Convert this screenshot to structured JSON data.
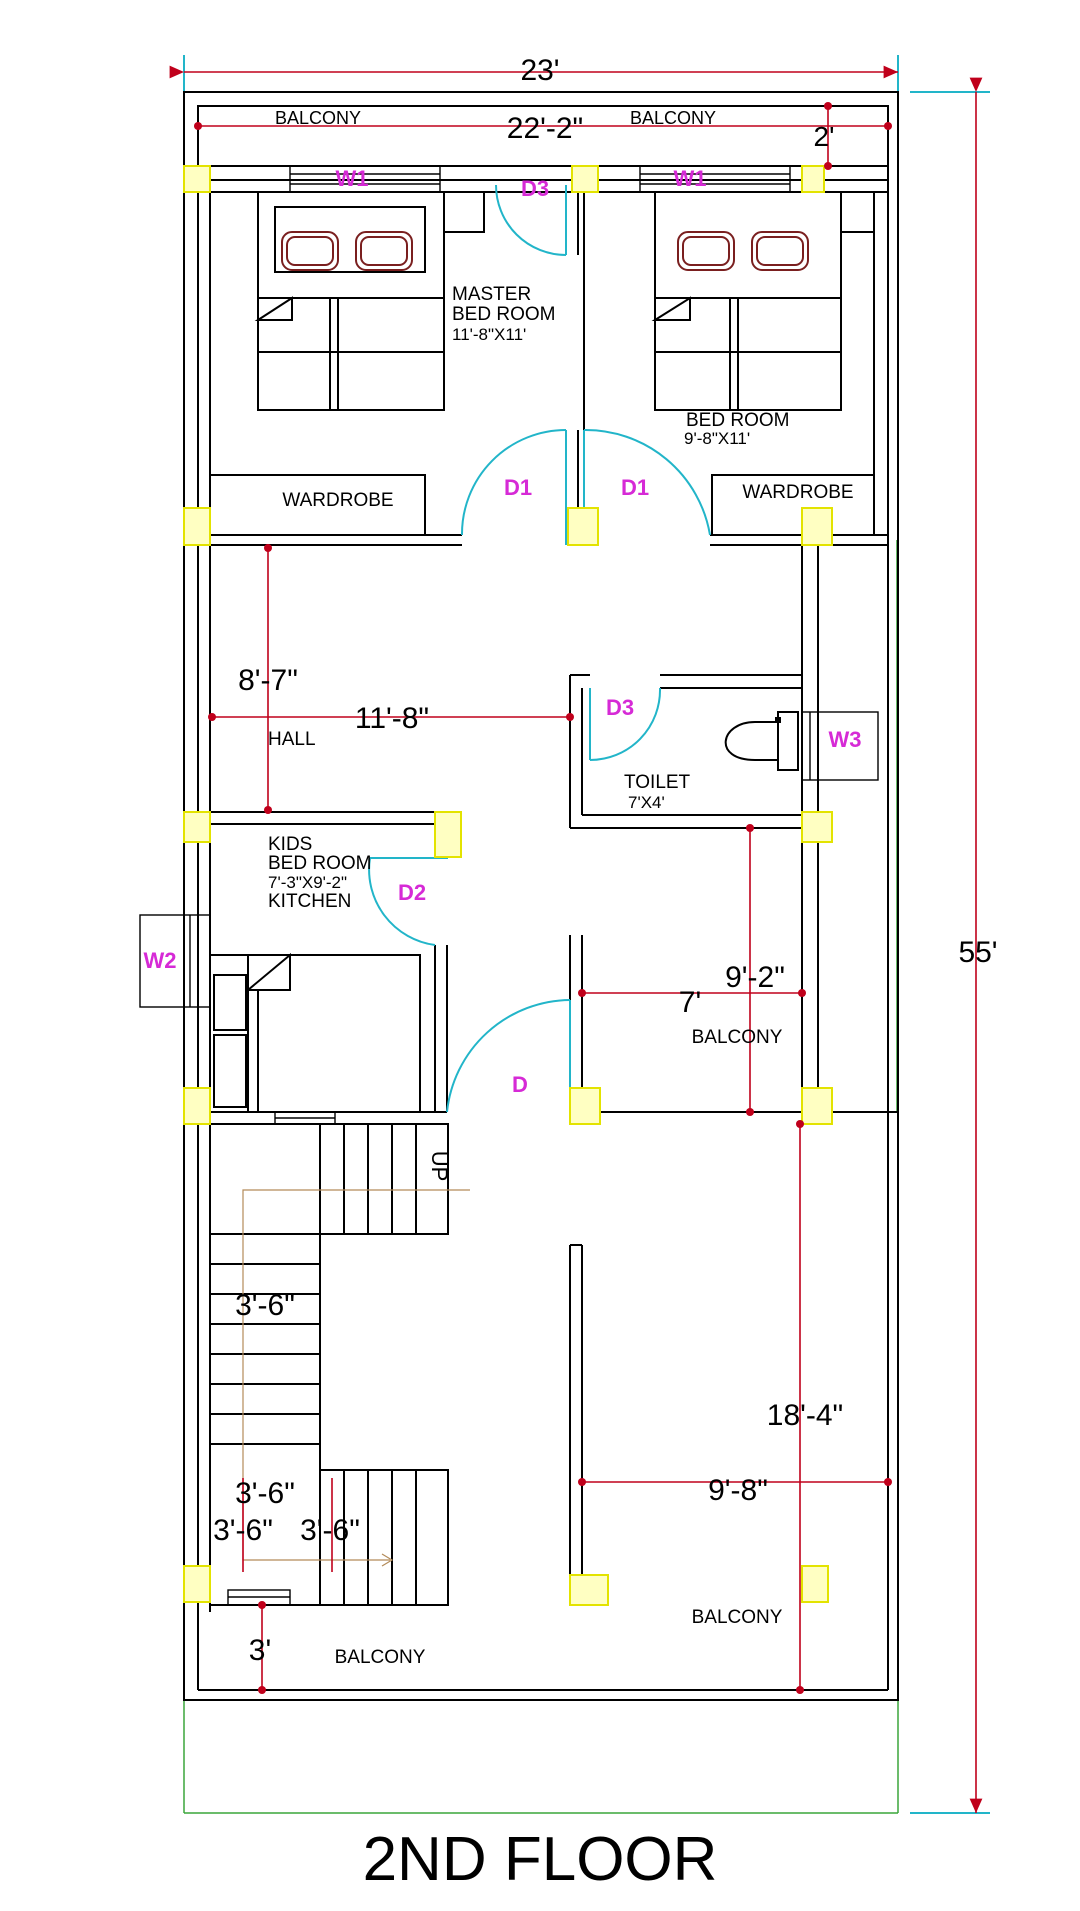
{
  "plan": {
    "title": "2ND FLOOR",
    "overall_width": "23'",
    "overall_length": "55'",
    "rooms": {
      "balcony_top_left": "BALCONY",
      "balcony_top_right": "BALCONY",
      "master_line1": "MASTER",
      "master_line2": "BED ROOM",
      "master_size": "11'-8\"X11'",
      "bed_line1": "BED ROOM",
      "bed_size": "9'-8\"X11'",
      "wardrobe_left": "WARDROBE",
      "wardrobe_right": "WARDROBE",
      "hall": "HALL",
      "toilet": "TOILET",
      "toilet_size": "7'X4'",
      "kids_line1": "KIDS",
      "kids_line2": "BED ROOM",
      "kids_size": "7'-3\"X9'-2\"",
      "kitchen": "KITCHEN",
      "balcony_mid": "BALCONY",
      "balcony_bottom_right": "BALCONY",
      "balcony_bottom_left": "BALCONY",
      "stair_up": "UP"
    },
    "dimensions": {
      "top_balcony": "22'-2\"",
      "balcony_depth": "2'",
      "hall_height": "8'-7\"",
      "hall_width": "11'-8\"",
      "mid_balcony_height": "9'-2\"",
      "mid_balcony_width": "7'",
      "right_balcony_height": "18'-4\"",
      "right_balcony_width": "9'-8\"",
      "stair_a": "3'-6\"",
      "stair_b": "3'-6\"",
      "stair_c": "3'-6\"",
      "stair_d": "3'-6\"",
      "bottom_balcony_depth": "3'"
    },
    "openings": {
      "w1_left": "W1",
      "w1_right": "W1",
      "d3_top": "D3",
      "d1_left": "D1",
      "d1_right": "D1",
      "d3_toilet": "D3",
      "w3": "W3",
      "d2": "D2",
      "w2": "W2",
      "d_main": "D"
    },
    "colors": {
      "wall": "#000000",
      "dimension": "#c0001b",
      "opening_label": "#d62ad6",
      "column_fill": "#ffffc2",
      "door_swing": "#22b5c9"
    }
  }
}
